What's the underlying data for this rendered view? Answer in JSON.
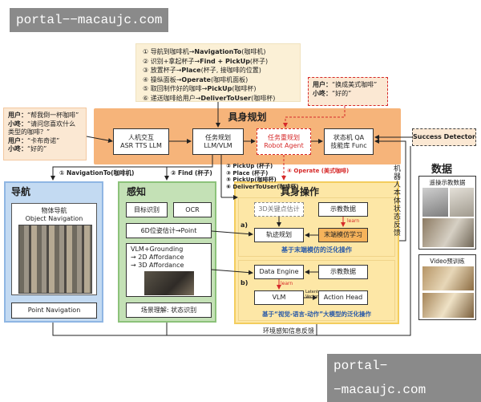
{
  "watermark": {
    "text": "portal−−macaujc.com"
  },
  "task_steps": [
    {
      "num": "①",
      "pre": "导航到咖啡机→",
      "fn": "NavigationTo",
      "arg": "(咖啡机)"
    },
    {
      "num": "②",
      "pre": "识别+拿起杯子→",
      "fn": "Find + PickUp",
      "arg": "(杯子)"
    },
    {
      "num": "③",
      "pre": "放置杯子→",
      "fn": "Place",
      "arg": "(杯子, 接咖啡的位置)"
    },
    {
      "num": "④",
      "pre": "操纵面板→",
      "fn": "Operate",
      "arg": "(咖啡机面板)"
    },
    {
      "num": "⑤",
      "pre": "取回制作好的咖啡→",
      "fn": "PickUp",
      "arg": "(咖啡杯)"
    },
    {
      "num": "⑥",
      "pre": "递送咖啡给用户→",
      "fn": "DeliverToUser",
      "arg": "(咖啡杯)"
    }
  ],
  "dialog_left": [
    {
      "speaker": "用户：",
      "text": "“帮我倒一杯咖啡”"
    },
    {
      "speaker": "小咚：",
      "text": "“请问您喜欢什么类型的咖啡？”"
    },
    {
      "speaker": "用户：",
      "text": "“卡布奇诺”"
    },
    {
      "speaker": "小咚：",
      "text": "“好的”"
    }
  ],
  "dialog_right": [
    {
      "speaker": "用户：",
      "text": "“换成美式咖啡”"
    },
    {
      "speaker": "小咚：",
      "text": "“好的”"
    }
  ],
  "planning": {
    "title": "具身规划",
    "hci": {
      "line1": "人机交互",
      "line2": "ASR TTS LLM"
    },
    "task_plan": {
      "line1": "任务规划",
      "line2": "LLM/VLM"
    },
    "replan": {
      "line1": "任务重规划",
      "line2": "Robot Agent"
    },
    "qa": {
      "line1": "状态机 QA",
      "line2": "技能库 Func"
    }
  },
  "success_detector": "Success Detector",
  "arrows": {
    "nav": "① NavigationTo(咖啡机)",
    "find": "② Find (杯子)",
    "manip": [
      "② PickUp (杯子)",
      "③ Place (杯子)",
      "⑤ PickUp(咖啡杯)",
      "⑥ DeliverToUser(咖啡杯)"
    ],
    "operate": "④ Operate (美式咖啡)"
  },
  "navigation": {
    "title": "导航",
    "object_nav_cn": "物体导航",
    "object_nav_en": "Object Navigation",
    "point_nav": "Point Navigation"
  },
  "perception": {
    "title": "感知",
    "target_rec": "目标识别",
    "ocr": "OCR",
    "pose": "6D位姿估计→Point",
    "vlm": "VLM+Grounding",
    "aff2d": "→ 2D Affordance",
    "aff3d": "→ 3D Affordance",
    "scene": "场景理解: 状态识别"
  },
  "manipulation": {
    "title": "具身操作",
    "kp3d": "3D关键点估计",
    "demo_a": "示教数据",
    "traj": "轨迹规划",
    "eff_learn": "末端模仿学习",
    "learn_a": "learn",
    "label_a": "a)",
    "caption_a": "基于末端模仿的泛化操作",
    "data_engine": "Data Engine",
    "demo_b": "示教数据",
    "learn_b": "learn",
    "latent": "Latent Vector",
    "vlm": "VLM",
    "action_head": "Action Head",
    "label_b": "b)",
    "caption_b": "基于“视觉-语言-动作”大模型的泛化操作"
  },
  "feedback_vertical": "机器人本体状态反馈",
  "env_feedback": "环境感知信息反馈",
  "data_panel": {
    "title": "数据",
    "teleop": "遥操示教数据",
    "video": "Video预训练"
  },
  "colors": {
    "orange": "#f0a060",
    "nav_blue": "#a8c8ec",
    "perc_green": "#a9d09a",
    "manip_yellow": "#fbe39a",
    "red": "#d62a2a"
  }
}
